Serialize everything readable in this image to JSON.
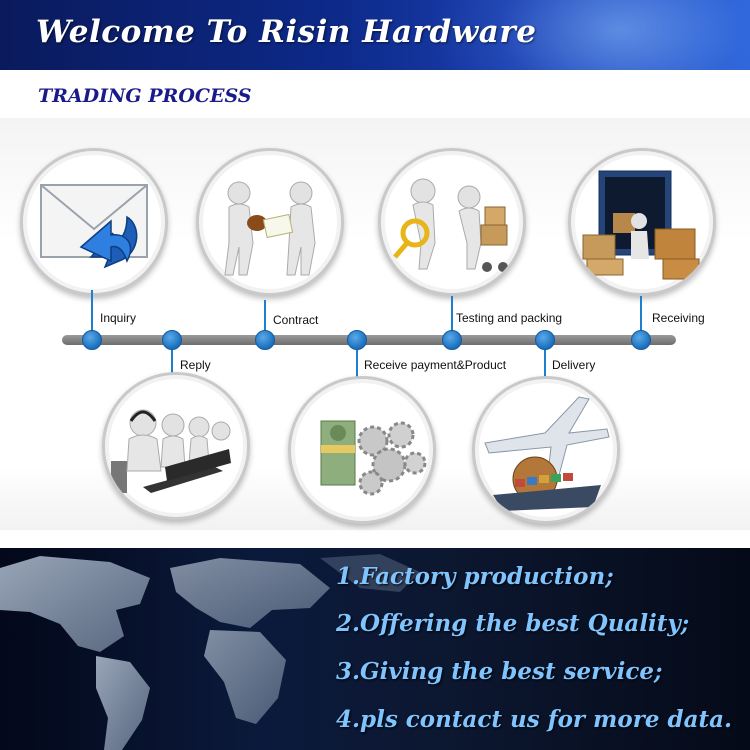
{
  "header": {
    "title": "Welcome To Risin Hardware"
  },
  "subtitle": "TRADING PROCESS",
  "steps": {
    "inquiry": "Inquiry",
    "reply": "Reply",
    "contract": "Contract",
    "receive_payment": "Receive payment&Product",
    "testing": "Testing and packing",
    "delivery": "Delivery",
    "receiving": "Receiving"
  },
  "features": [
    "1.Factory production;",
    "2.Offering the best Quality;",
    "3.Giving the best service;",
    "4.pls contact us for more data."
  ],
  "colors": {
    "header_dark": "#0a1a5c",
    "subtitle": "#1a1a8a",
    "dot": "#1a6fbd",
    "feature_text": "#7fc4ff"
  },
  "icons": [
    "envelope-icon",
    "handshake-icon",
    "magnifier-icon",
    "container-icon",
    "call-center-icon",
    "money-gears-icon",
    "airplane-ship-icon"
  ]
}
